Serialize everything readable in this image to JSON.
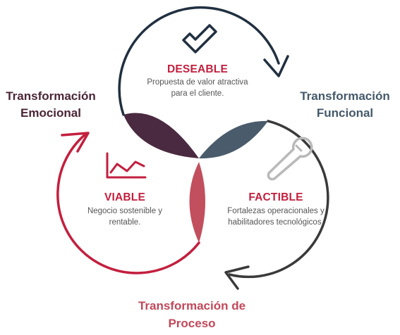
{
  "colors": {
    "dark_navy": "#213040",
    "crimson": "#c31f3e",
    "wine": "#4a2a40",
    "slate": "#4a5b6b",
    "rose": "#c24f5d",
    "charcoal": "#3a3a3a",
    "icon_gray": "#b9b9b9",
    "text_gray": "#555555",
    "emotional_text": "#4a2636",
    "functional_text": "#44596a",
    "process_text": "#c2485a"
  },
  "icons": {
    "desirable": "checkmark-icon",
    "viable": "line-chart-icon",
    "feasible": "wrench-icon"
  },
  "desirable": {
    "title": "DESEABLE",
    "desc_line1": "Propuesta de valor atractiva",
    "desc_line2": "para el cliente."
  },
  "viable": {
    "title": "VIABLE",
    "desc_line1": "Negocio sostenible y",
    "desc_line2": "rentable."
  },
  "feasible": {
    "title": "FACTIBLE",
    "desc_line1": "Fortalezas operacionales y",
    "desc_line2": "habilitadores tecnológicos."
  },
  "emotional": {
    "line1": "Transformación",
    "line2": "Emocional"
  },
  "functional": {
    "line1": "Transformación",
    "line2": "Funcional"
  },
  "process": {
    "line1": "Transformación de",
    "line2": "Proceso"
  }
}
